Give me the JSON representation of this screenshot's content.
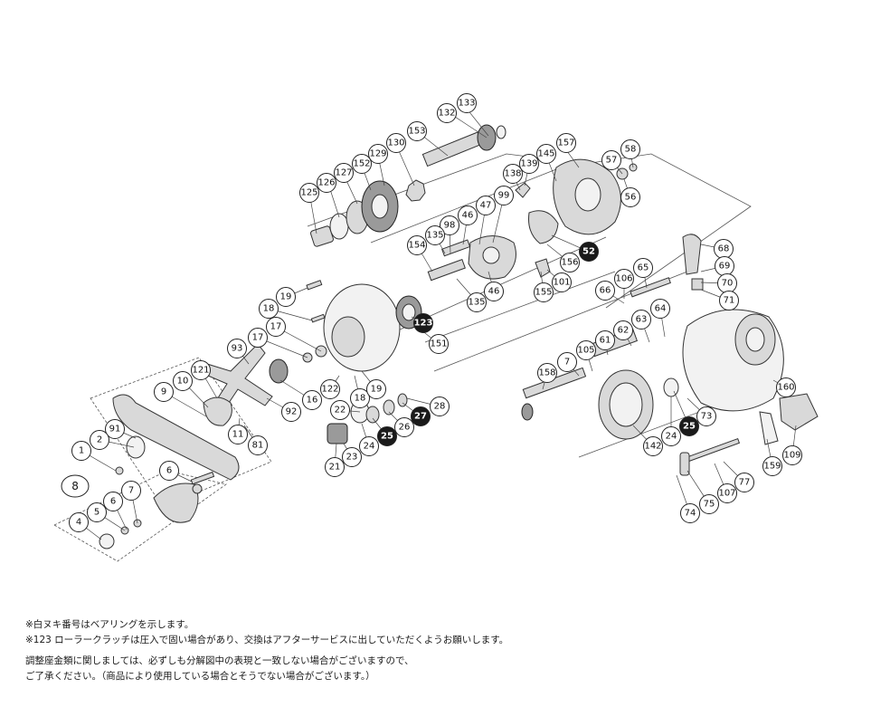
{
  "labels": {
    "p133": "133",
    "p132": "132",
    "p153": "153",
    "p130": "130",
    "p129": "129",
    "p152": "152",
    "p127": "127",
    "p126": "126",
    "p125": "125",
    "p157": "157",
    "p145": "145",
    "p139": "139",
    "p138": "138",
    "p58": "58",
    "p57": "57",
    "p56": "56",
    "p99": "99",
    "p47": "47",
    "p46a": "46",
    "p98": "98",
    "p135a": "135",
    "p154": "154",
    "p46b": "46",
    "p135b": "135",
    "p52": "52",
    "p156": "156",
    "p101": "101",
    "p155": "155",
    "p68": "68",
    "p69": "69",
    "p70": "70",
    "p71": "71",
    "p65": "65",
    "p106": "106",
    "p66": "66",
    "p64": "64",
    "p63": "63",
    "p62": "62",
    "p61": "61",
    "p105": "105",
    "p7a": "7",
    "p158": "158",
    "p160": "160",
    "p73": "73",
    "p25b": "25",
    "p24b": "24",
    "p142": "142",
    "p109": "109",
    "p159": "159",
    "p77": "77",
    "p107": "107",
    "p75": "75",
    "p74": "74",
    "p19a": "19",
    "p18a": "18",
    "p123": "123",
    "p151": "151",
    "p17a": "17",
    "p17b": "17",
    "p93": "93",
    "p121": "121",
    "p10": "10",
    "p9": "9",
    "p16": "16",
    "p92": "92",
    "p122": "122",
    "p18b": "18",
    "p19b": "19",
    "p22": "22",
    "p28": "28",
    "p27": "27",
    "p26": "26",
    "p25a": "25",
    "p24a": "24",
    "p23": "23",
    "p21": "21",
    "p11": "11",
    "p81": "81",
    "p91": "91",
    "p2": "2",
    "p1": "1",
    "p8": "8",
    "p6a": "6",
    "p6b": "6",
    "p5": "5",
    "p7b": "7",
    "p4": "4"
  },
  "notes": {
    "line1": "※白ヌキ番号はベアリングを示します。",
    "line2": "※123 ローラークラッチは圧入で固い場合があり、交換はアフターサービスに出していただくようお願いします。",
    "line3": "調整座金類に関しましては、必ずしも分解図中の表現と一致しない場合がございますので、",
    "line4": "ご了承ください。（商品により使用している場合とそうでない場合がございます。）"
  }
}
